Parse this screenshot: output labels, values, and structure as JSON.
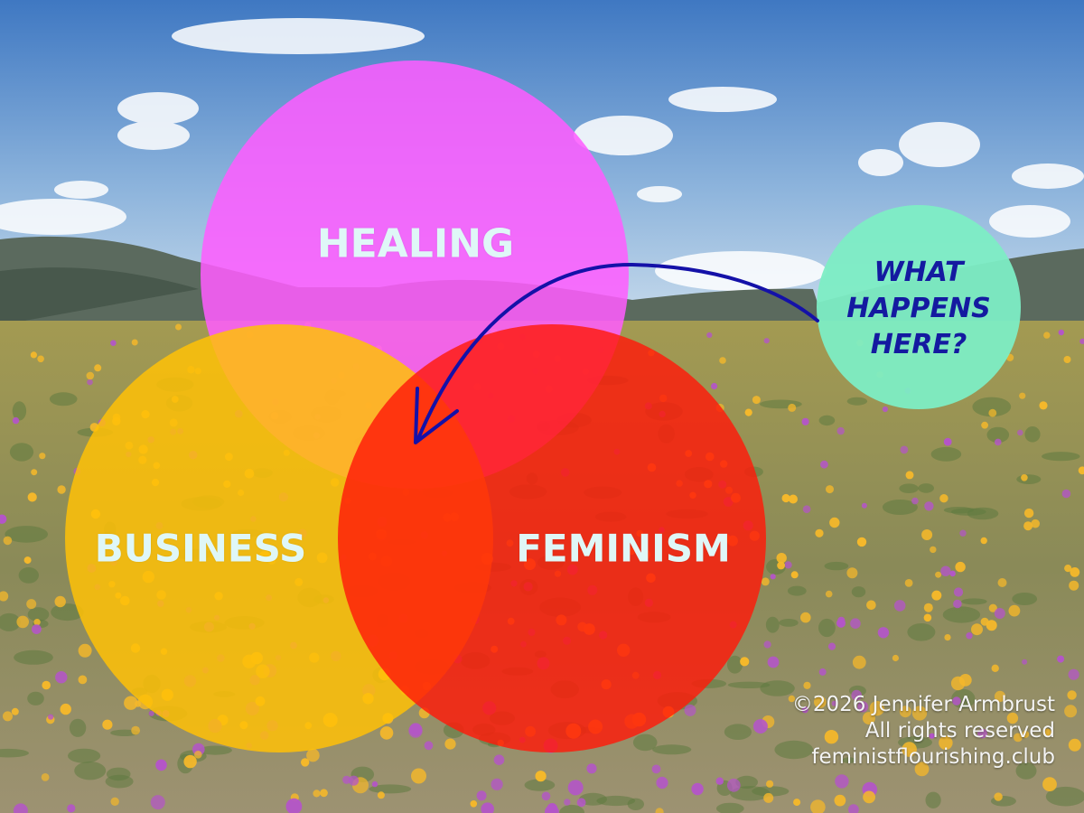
{
  "diagram": {
    "circles": [
      {
        "id": "healing",
        "label": "HEALING",
        "color": "#ff5cff"
      },
      {
        "id": "business",
        "label": "BUSINESS",
        "color": "#ffc107"
      },
      {
        "id": "feminism",
        "label": "FEMINISM",
        "color": "#ff1a0a"
      }
    ],
    "question": {
      "lines": [
        "WHAT",
        "HAPPENS",
        "HERE?"
      ],
      "circle_color": "#7dedc4",
      "text_color": "#141aa0",
      "arrow_color": "#1411a8"
    }
  },
  "footer": {
    "copyright": "©2026 Jennifer Armbrust",
    "rights": "All rights reserved",
    "website": "feministflourishing.club"
  },
  "background": {
    "sky_color": "#4f86c9",
    "mountain_color": "#5b6a5e",
    "field_color": "#8f8b54",
    "flower_yellow": "#f5b82a",
    "flower_purple": "#b455c8"
  }
}
